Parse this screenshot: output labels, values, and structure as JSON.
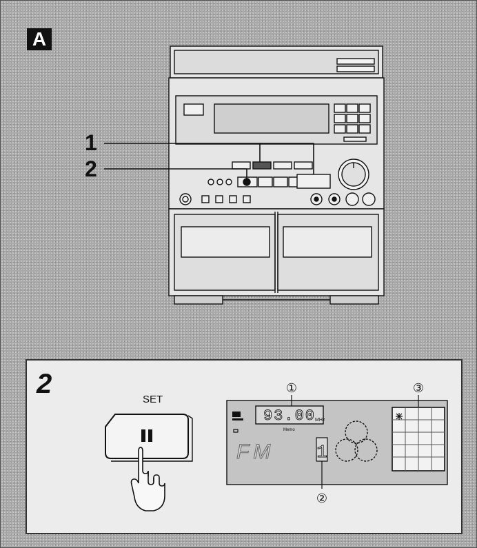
{
  "figure": {
    "badge_label": "A",
    "callouts": [
      {
        "label": "1"
      },
      {
        "label": "2"
      }
    ]
  },
  "panel": {
    "step_number": "2",
    "button_label": "SET",
    "display": {
      "frequency_text": "93.00",
      "frequency_unit": "MHz",
      "band_text": "FM",
      "preset_number_text": "1",
      "indicator_text": "Memo",
      "callouts": [
        {
          "label": "①"
        },
        {
          "label": "②"
        },
        {
          "label": "③"
        }
      ]
    }
  },
  "colors": {
    "background": "#a9a9a9",
    "panel_background": "#ececec",
    "lcd_background": "#c4c4c4",
    "line": "#111111",
    "device_face": "#e6e6e6"
  }
}
